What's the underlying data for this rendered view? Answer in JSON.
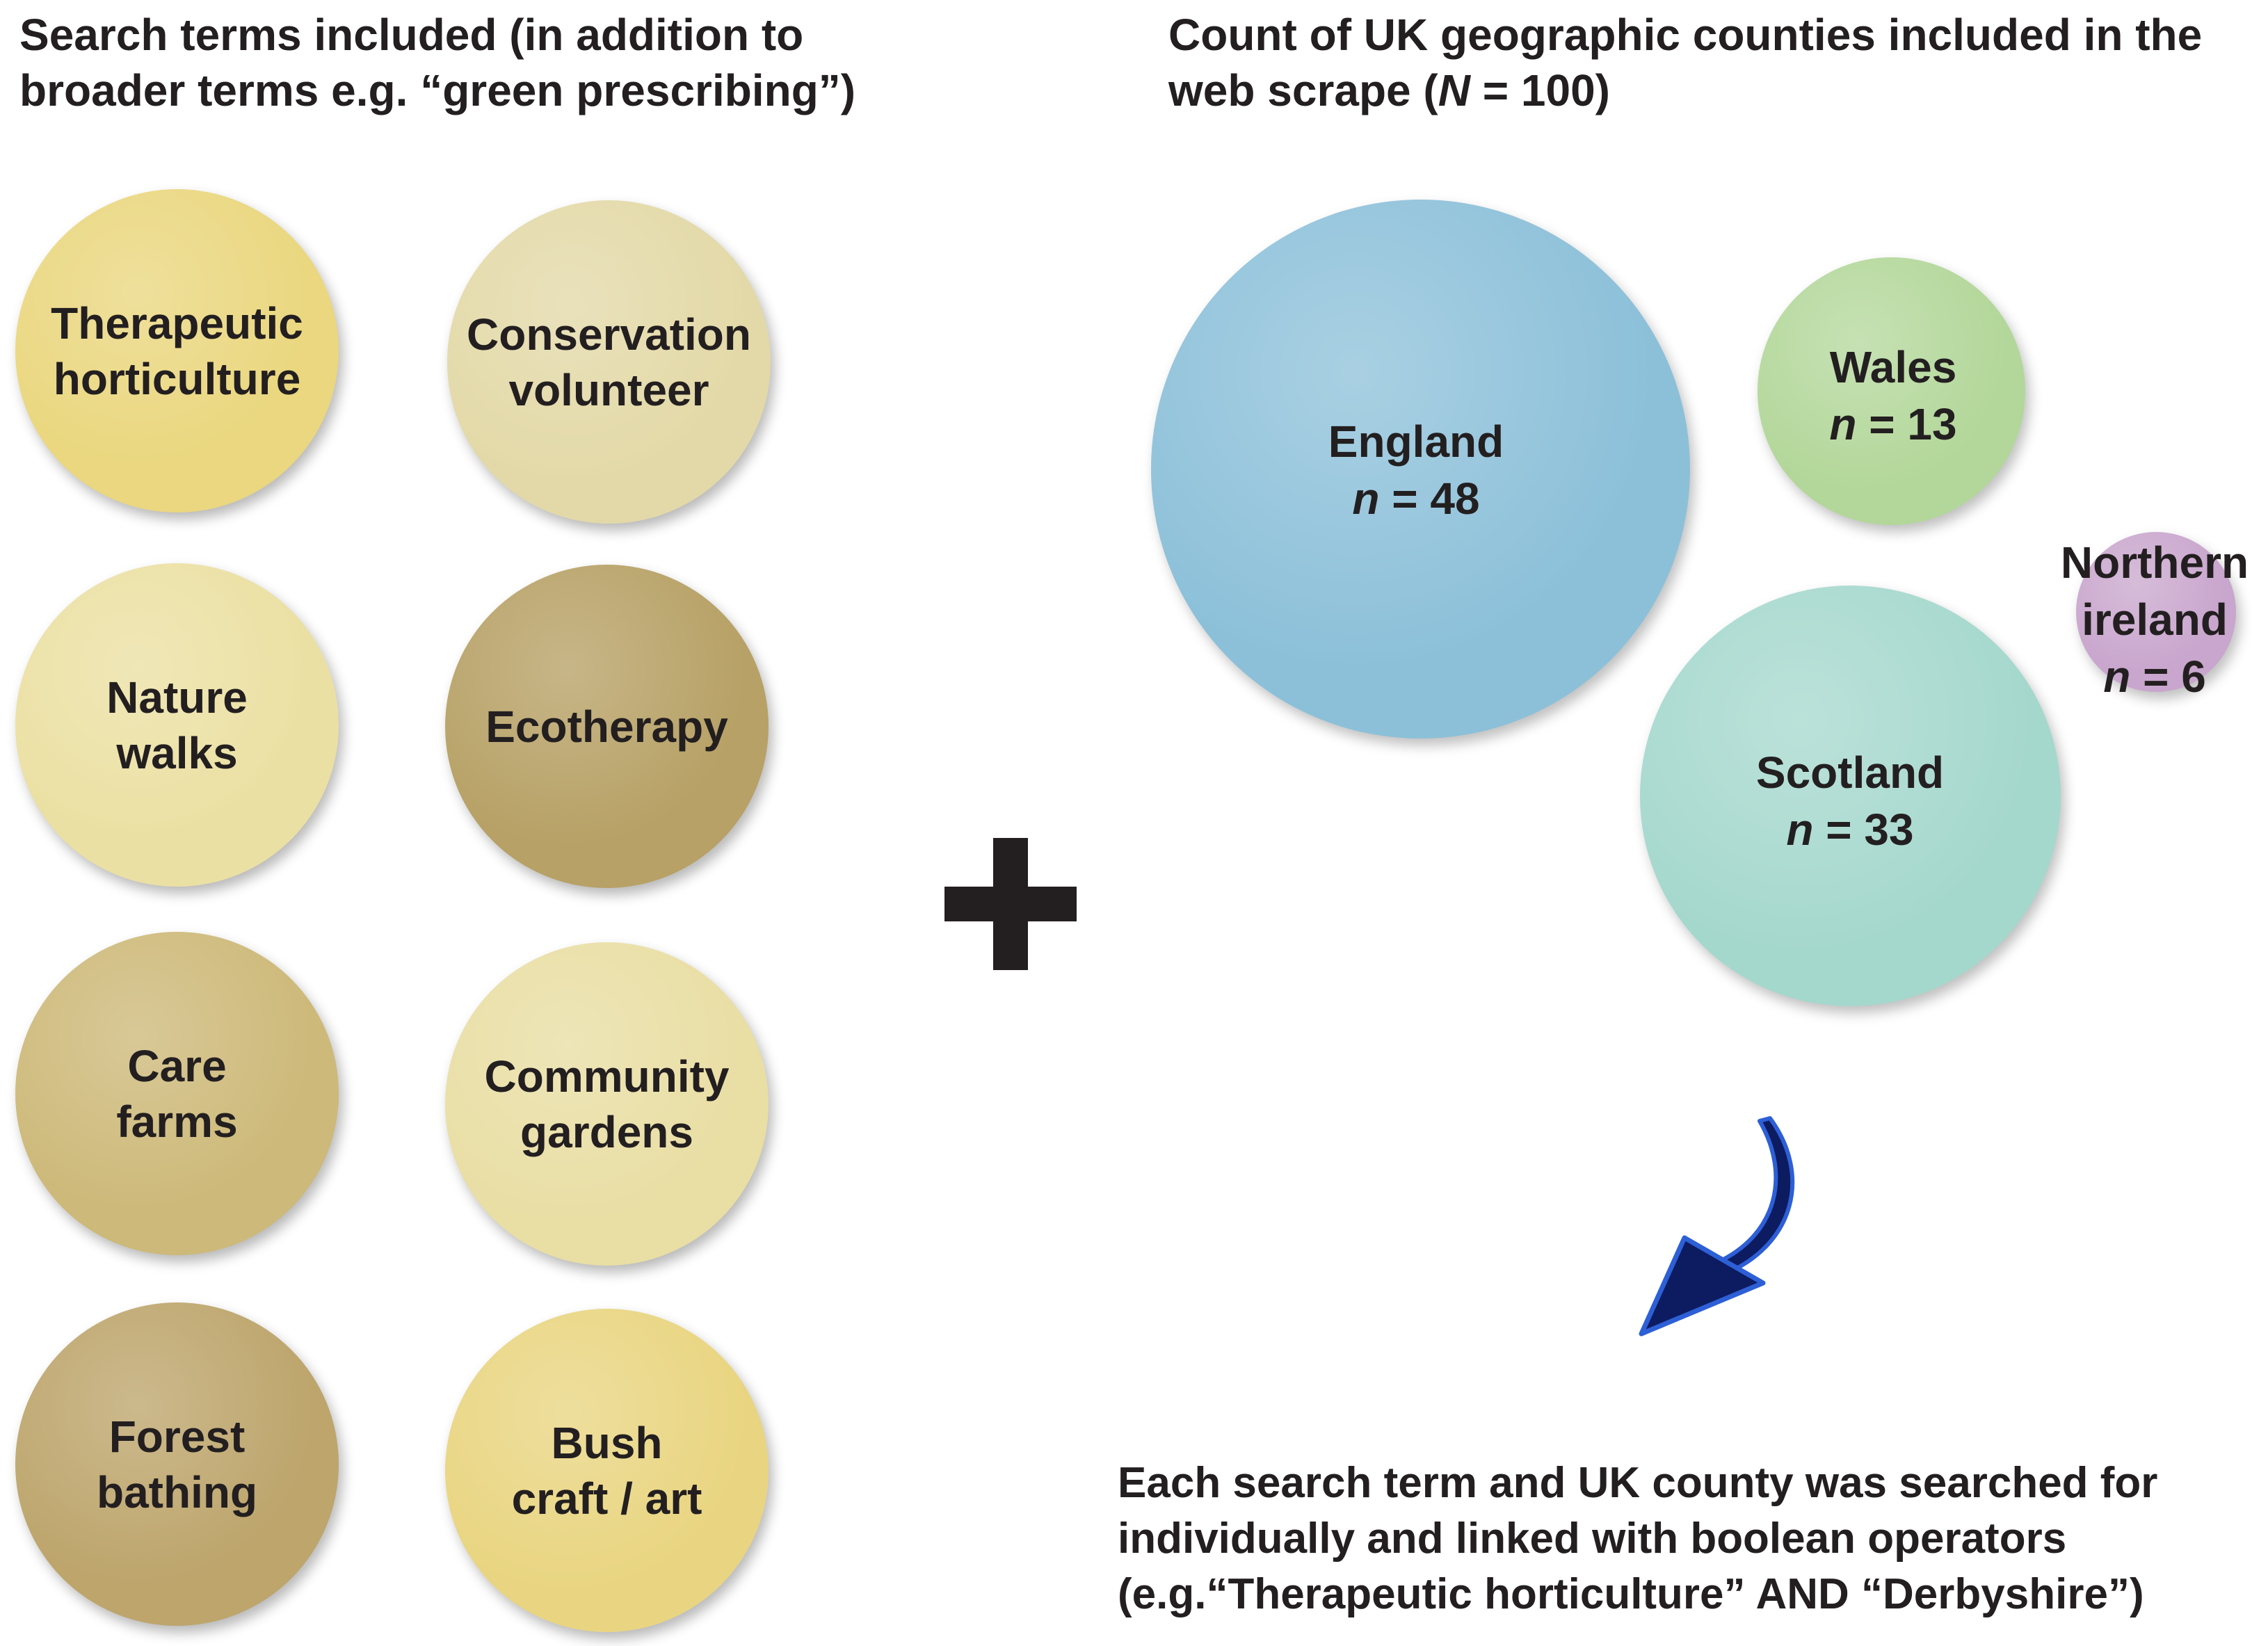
{
  "left_heading": [
    "Search terms included (in addition to",
    "broader terms e.g. “green prescribing”)"
  ],
  "right_heading": {
    "line1": "Count of UK geographic counties included in the",
    "line2_prefix": "web scrape (",
    "N_symbol": "N",
    "line2_suffix": " = 100)"
  },
  "search_terms": [
    {
      "lines": [
        "Therapeutic",
        "horticulture"
      ],
      "color": "#ead77f"
    },
    {
      "lines": [
        "Conservation",
        "volunteer"
      ],
      "color": "#e3d9a8"
    },
    {
      "lines": [
        "Nature",
        "walks"
      ],
      "color": "#ebe0a3"
    },
    {
      "lines": [
        "Ecotherapy"
      ],
      "color": "#b7a166"
    },
    {
      "lines": [
        "Care",
        "farms"
      ],
      "color": "#cdb979"
    },
    {
      "lines": [
        "Community",
        "gardens"
      ],
      "color": "#e9dea4"
    },
    {
      "lines": [
        "Forest",
        "bathing"
      ],
      "color": "#bda56c"
    },
    {
      "lines": [
        "Bush",
        "craft / art"
      ],
      "color": "#e9d581"
    }
  ],
  "plus_symbol": "+",
  "regions": [
    {
      "name": "England",
      "n_label": "n",
      "n_value": "= 48",
      "color": "#8cc0d9"
    },
    {
      "name": "Wales",
      "n_label": "n",
      "n_value": "= 13",
      "color": "#b3d79a"
    },
    {
      "name": "Scotland",
      "n_label": "n",
      "n_value": "= 33",
      "color": "#a5d8cd"
    },
    {
      "name": "Northern\nireland",
      "n_label": "n",
      "n_value": "= 6",
      "color": "#c9a6cd"
    }
  ],
  "footer": [
    "Each search term and UK county was searched for",
    "individually and linked with boolean operators",
    "(e.g.“Therapeutic horticulture” AND “Derbyshire”)"
  ],
  "colors": {
    "text": "#231f20",
    "arrow_fill": "#0d1b60",
    "arrow_edge": "#2d5fd6"
  }
}
